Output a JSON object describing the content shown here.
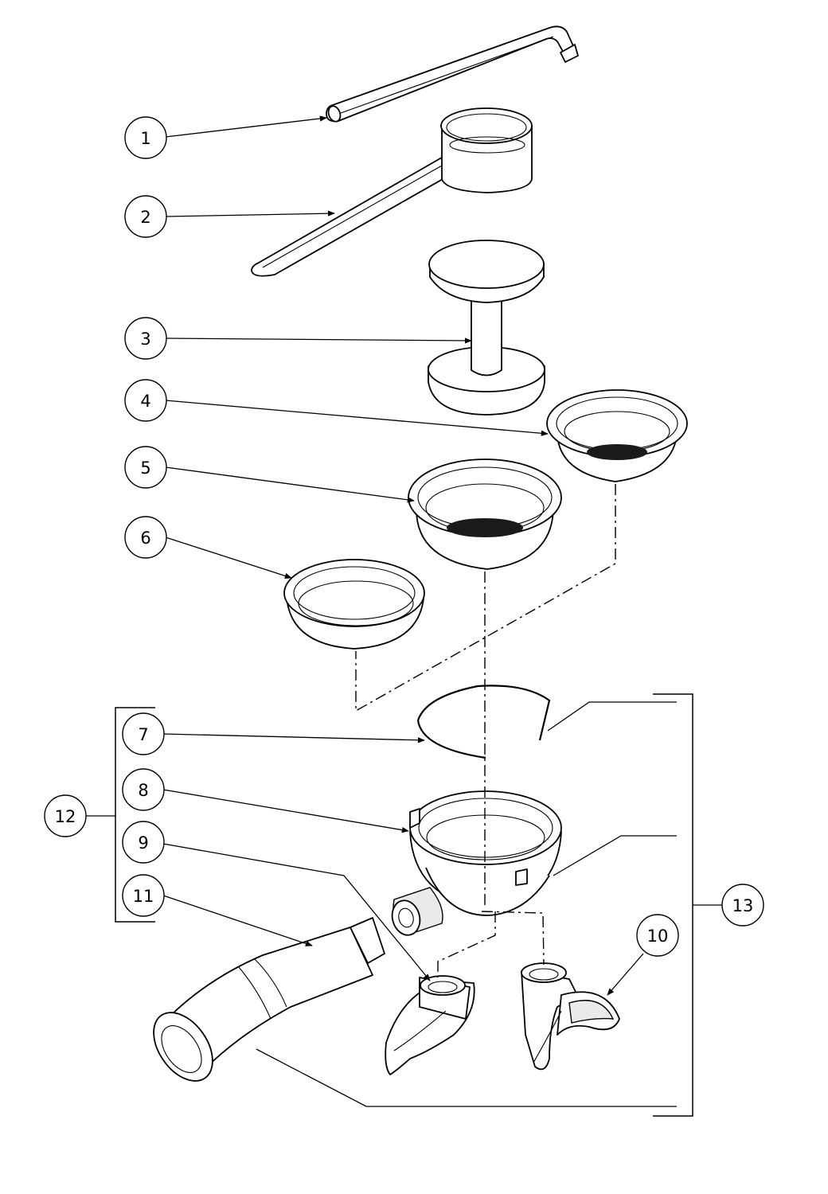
{
  "callouts": [
    {
      "id": "1",
      "label": "1"
    },
    {
      "id": "2",
      "label": "2"
    },
    {
      "id": "3",
      "label": "3"
    },
    {
      "id": "4",
      "label": "4"
    },
    {
      "id": "5",
      "label": "5"
    },
    {
      "id": "6",
      "label": "6"
    },
    {
      "id": "7",
      "label": "7"
    },
    {
      "id": "8",
      "label": "8"
    },
    {
      "id": "9",
      "label": "9"
    },
    {
      "id": "10",
      "label": "10"
    },
    {
      "id": "11",
      "label": "11"
    },
    {
      "id": "12",
      "label": "12"
    },
    {
      "id": "13",
      "label": "13"
    }
  ],
  "colors": {
    "line": "#000000",
    "background": "#ffffff",
    "shading": "#eaeaea"
  }
}
